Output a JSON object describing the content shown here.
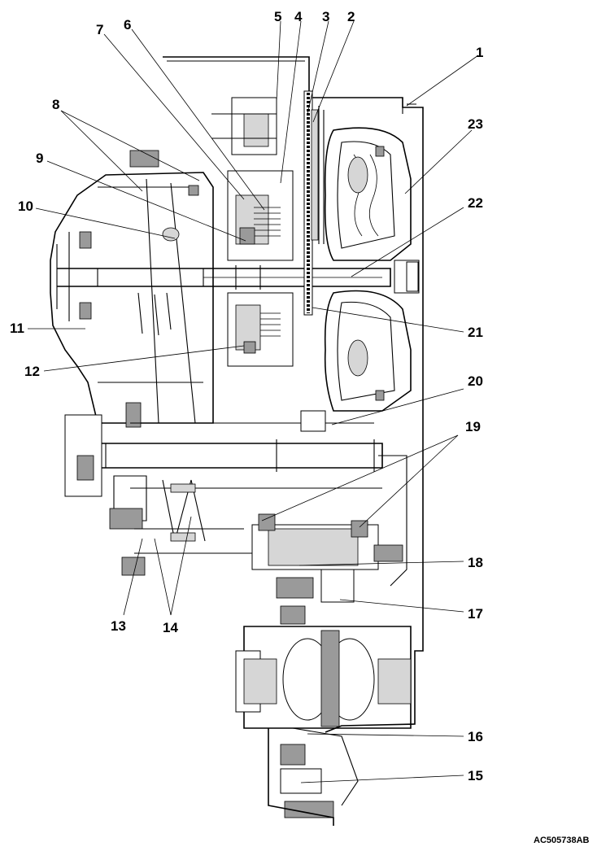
{
  "figure_code": "AC505738AB",
  "callouts": [
    "1",
    "2",
    "3",
    "4",
    "5",
    "6",
    "7",
    "8",
    "9",
    "10",
    "11",
    "12",
    "13",
    "14",
    "15",
    "16",
    "17",
    "18",
    "19",
    "20",
    "21",
    "22",
    "23"
  ]
}
